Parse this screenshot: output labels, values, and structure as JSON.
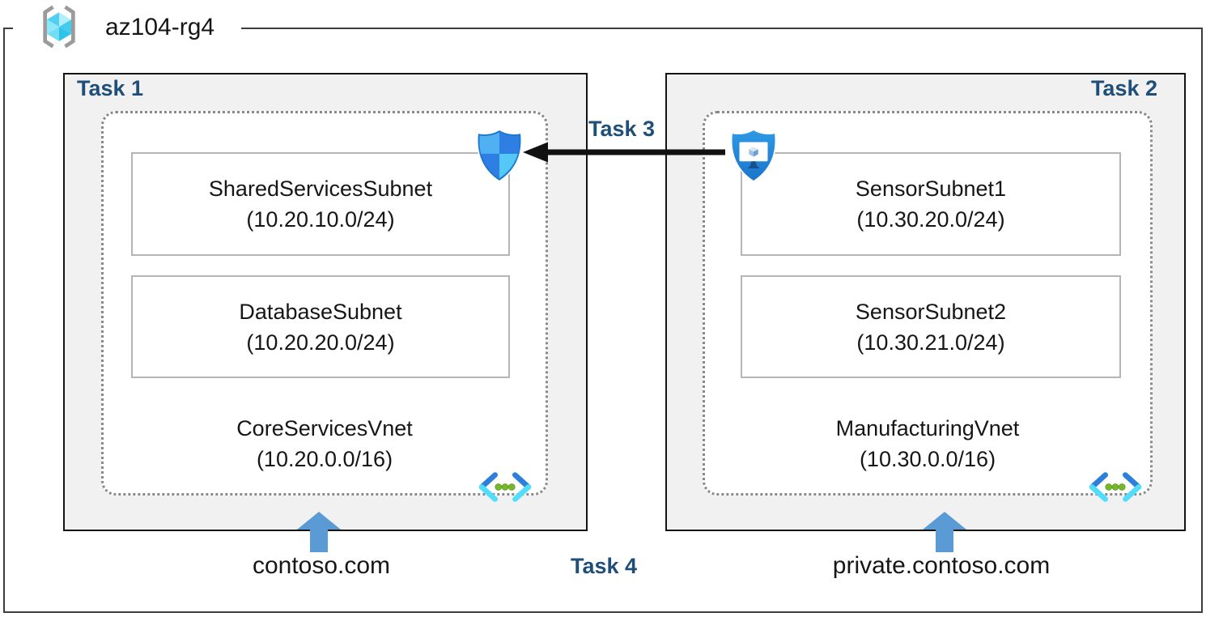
{
  "diagram": {
    "resource_group": "az104-rg4",
    "tasks": {
      "task1": "Task 1",
      "task2": "Task 2",
      "task3": "Task 3",
      "task4": "Task 4"
    },
    "left": {
      "vnet_name": "CoreServicesVnet",
      "vnet_cidr": "(10.20.0.0/16)",
      "subnet1_name": "SharedServicesSubnet",
      "subnet1_cidr": "(10.20.10.0/24)",
      "subnet2_name": "DatabaseSubnet",
      "subnet2_cidr": "(10.20.20.0/24)",
      "dns_label": "contoso.com"
    },
    "right": {
      "vnet_name": "ManufacturingVnet",
      "vnet_cidr": "(10.30.0.0/16)",
      "subnet1_name": "SensorSubnet1",
      "subnet1_cidr": "(10.30.20.0/24)",
      "subnet2_name": "SensorSubnet2",
      "subnet2_cidr": "(10.30.21.0/24)",
      "dns_label": "private.contoso.com"
    },
    "icons": {
      "resource_group": "resource-group-icon",
      "nsg": "network-security-group-shield-icon",
      "bastion": "bastion-shield-monitor-icon",
      "vnet": "virtual-network-icon",
      "peering_arrow": "black-left-arrow",
      "dns_arrow": "blue-up-arrow"
    },
    "colors": {
      "task_label": "#1f4e79",
      "box_fill": "#f1f1f1",
      "box_border": "#141414",
      "dotted_border": "#8a8a8a",
      "subnet_border": "#b5b5b5",
      "blue_arrow": "#5b9bd5",
      "shield_dark": "#2e7ee3",
      "shield_light": "#4fb1f1",
      "cube_cyan": "#45ccee",
      "vnet_chevron_blue": "#2e7fd9",
      "vnet_chevron_cyan": "#53ddfd",
      "vnet_dot_green": "#76b72d"
    }
  }
}
